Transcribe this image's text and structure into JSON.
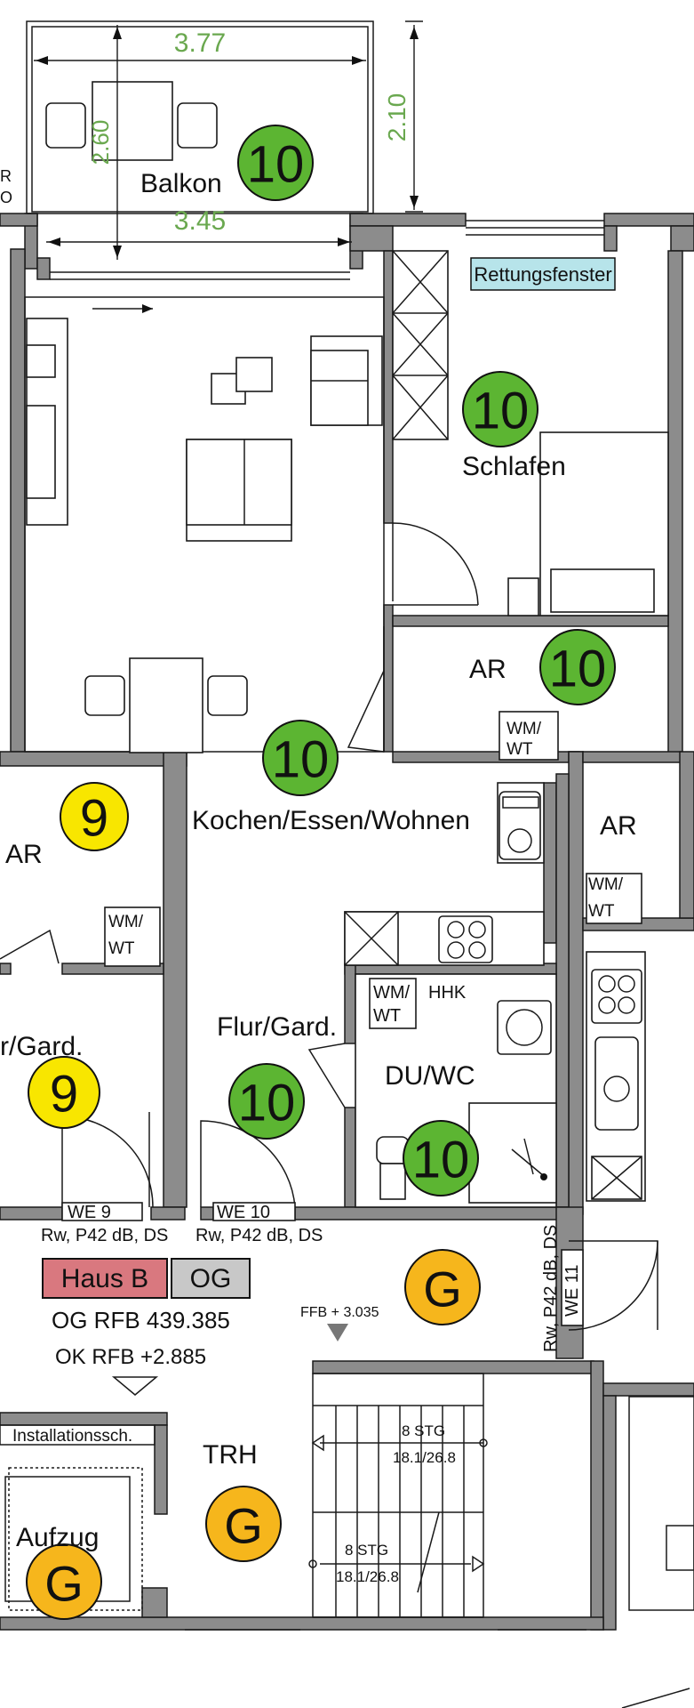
{
  "rooms": {
    "balkon": "Balkon",
    "schlafen": "Schlafen",
    "ar_top": "AR",
    "kochen": "Kochen/Essen/Wohnen",
    "ar_left": "AR",
    "ar_right": "AR",
    "flur_left": "r/Gard.",
    "flur": "Flur/Gard.",
    "duwc": "DU/WC",
    "trh": "TRH",
    "aufzug": "Aufzug"
  },
  "dimensions": {
    "balkon_width_top": "3.77",
    "balkon_width_bottom": "3.45",
    "balkon_depth_inner": "2.60",
    "balkon_depth_outer": "2.10"
  },
  "badges": {
    "balkon": "10",
    "schlafen": "10",
    "ar_top": "10",
    "kochen": "10",
    "ar_left": "9",
    "flur_left": "9",
    "flur": "10",
    "duwc": "10",
    "trh_top": "G",
    "trh": "G",
    "aufzug": "G"
  },
  "badge_colors": {
    "green": "#5cb532",
    "yellow": "#f8e600",
    "orange": "#f6b61c"
  },
  "labels": {
    "rettungsfenster": "Rettungsfenster",
    "wmwt_1": "WM/",
    "wmwt_2": "WT",
    "hhk": "HHK",
    "we9": "WE 9",
    "we10": "WE 10",
    "we11": "WE 11",
    "door_spec": "Rw, P42 dB, DS",
    "haus": "Haus B",
    "og": "OG",
    "og_rfb": "OG RFB 439.385",
    "ok_rfb": "OK RFB +2.885",
    "ffb": "FFB + 3.035",
    "installation": "Installationssch.",
    "stairs_steps": "8 STG",
    "stairs_ratio": "18.1/26.8",
    "edge_r": "R",
    "edge_o": "O"
  },
  "colors": {
    "wall": "#8c8c8c",
    "rettungsfenster_bg": "#b7e4ea",
    "haus_bg": "#d9787f",
    "og_bg": "#c8c8c8",
    "dim_text": "#6aa84f"
  }
}
